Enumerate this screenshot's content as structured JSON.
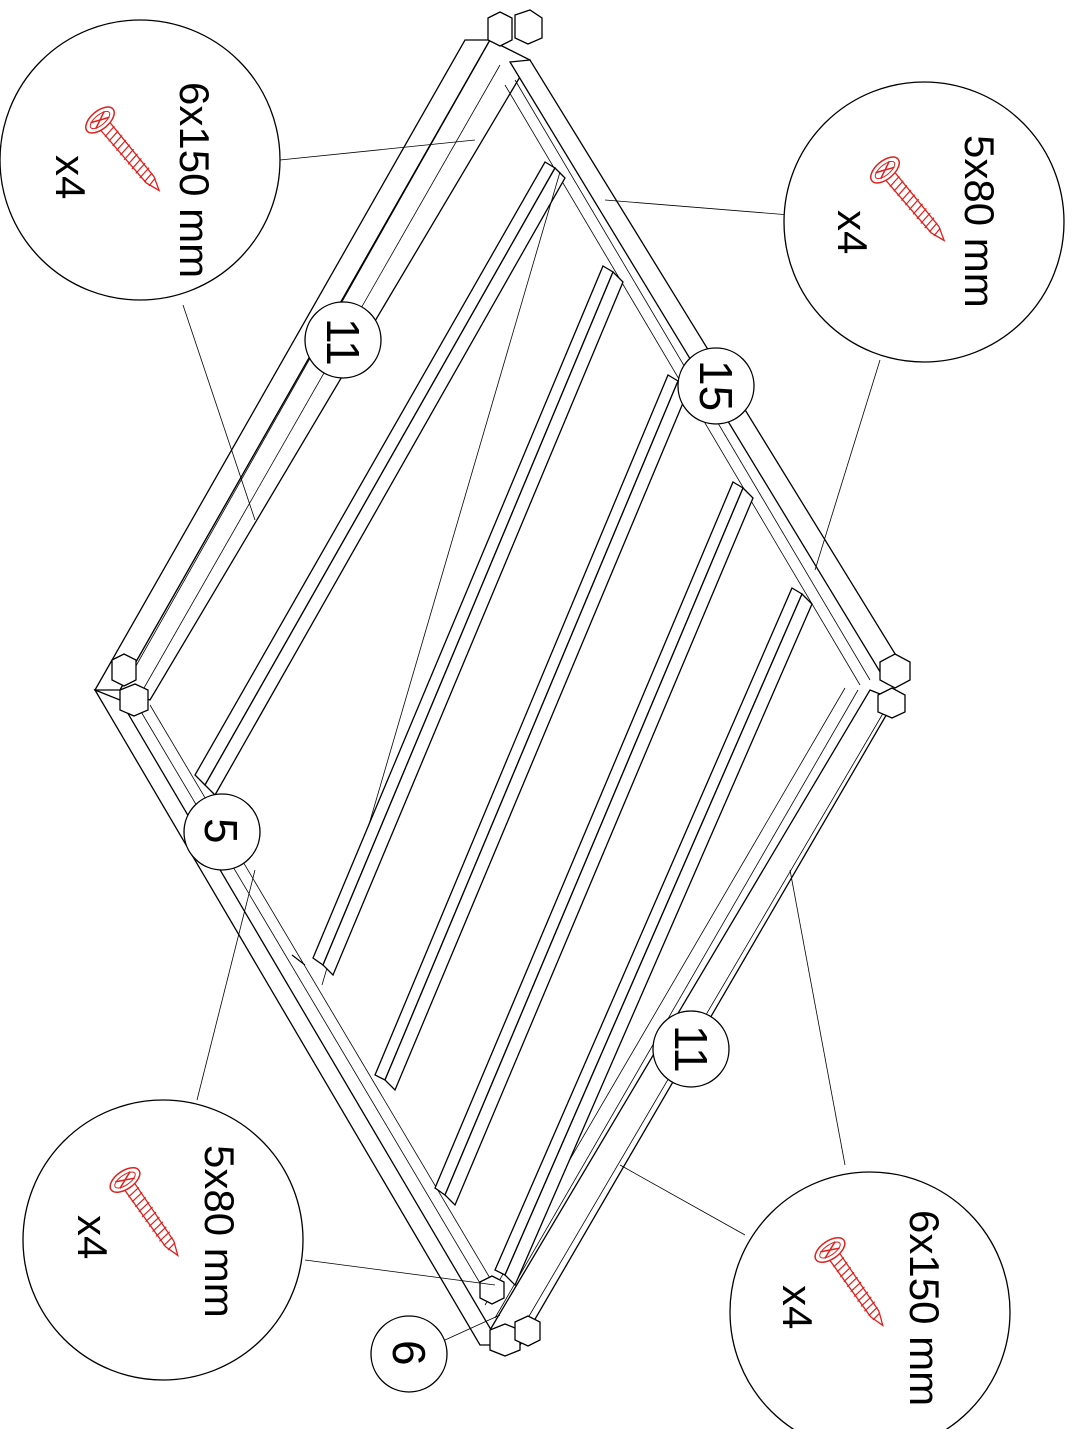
{
  "colors": {
    "line": "#000000",
    "screw": "#e0201c",
    "background": "#ffffff"
  },
  "part_labels": {
    "p11_top": "11",
    "p15": "15",
    "p5": "5",
    "p11_bottom": "11",
    "p6": "6"
  },
  "callouts": {
    "top_left": {
      "size": "6x150 mm",
      "qty": "x4",
      "icon": "screw-icon"
    },
    "top_right": {
      "size": "5x80 mm",
      "qty": "x4",
      "icon": "screw-icon"
    },
    "bottom_left": {
      "size": "5x80 mm",
      "qty": "x4",
      "icon": "screw-icon"
    },
    "bottom_right": {
      "size": "6x150 mm",
      "qty": "x4",
      "icon": "screw-icon"
    }
  }
}
